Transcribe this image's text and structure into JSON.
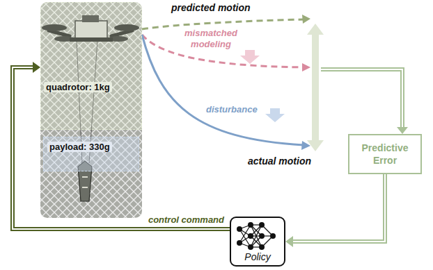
{
  "diagram": {
    "nodes": [
      {
        "text": [
          "quadrotor: 1kg"
        ]
      },
      {
        "text": [
          "payload: 330g"
        ]
      },
      {
        "text": [
          "Predictive Error"
        ]
      },
      {
        "text": [
          "Policy"
        ]
      }
    ],
    "edges": [
      {
        "from": 2,
        "to": 3,
        "arrow": "to"
      },
      {
        "from": 3,
        "to": 0,
        "label": "control command",
        "arrow": "to"
      }
    ],
    "labels": [
      "predicted motion",
      "mismatched modeling",
      "disturbance",
      "actual motion"
    ]
  }
}
